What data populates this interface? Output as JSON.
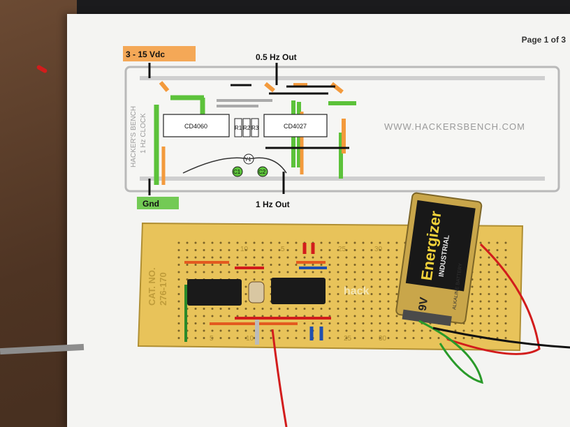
{
  "diagram": {
    "page_label": "Page 1 of 3",
    "supply_label": "3 - 15 Vdc",
    "out_half_hz_label": "0.5 Hz Out",
    "out_one_hz_label": "1 Hz Out",
    "gnd_label": "Gnd",
    "brand_vertical_1": "HACKER'S BENCH",
    "brand_vertical_2": "1 Hz CLOCK",
    "website": "WWW.HACKERSBENCH.COM",
    "chip1_label": "CD4060",
    "chip2_label": "CD4027",
    "r1": "R1",
    "r2": "R2",
    "r3": "R3",
    "y1": "Y1",
    "c1": "C1",
    "c2": "C2"
  },
  "protoboard": {
    "cat_no_label": "CAT. NO.",
    "cat_no_value": "276-170",
    "brand_partial": "hack",
    "col_numbers": [
      "10",
      "5",
      "25",
      "30"
    ],
    "bottom_numbers": [
      "5",
      "10",
      "25",
      "30"
    ]
  },
  "battery": {
    "brand": "Energizer",
    "line": "INDUSTRIAL",
    "voltage": "9V",
    "small_text": "ALKALINE BATTERY"
  },
  "colors": {
    "paper": "#f4f4f2",
    "board": "#e8c35a",
    "highlight_orange": "#f39a3c",
    "highlight_green": "#5cc23a",
    "battery_gold": "#c9a64a"
  }
}
